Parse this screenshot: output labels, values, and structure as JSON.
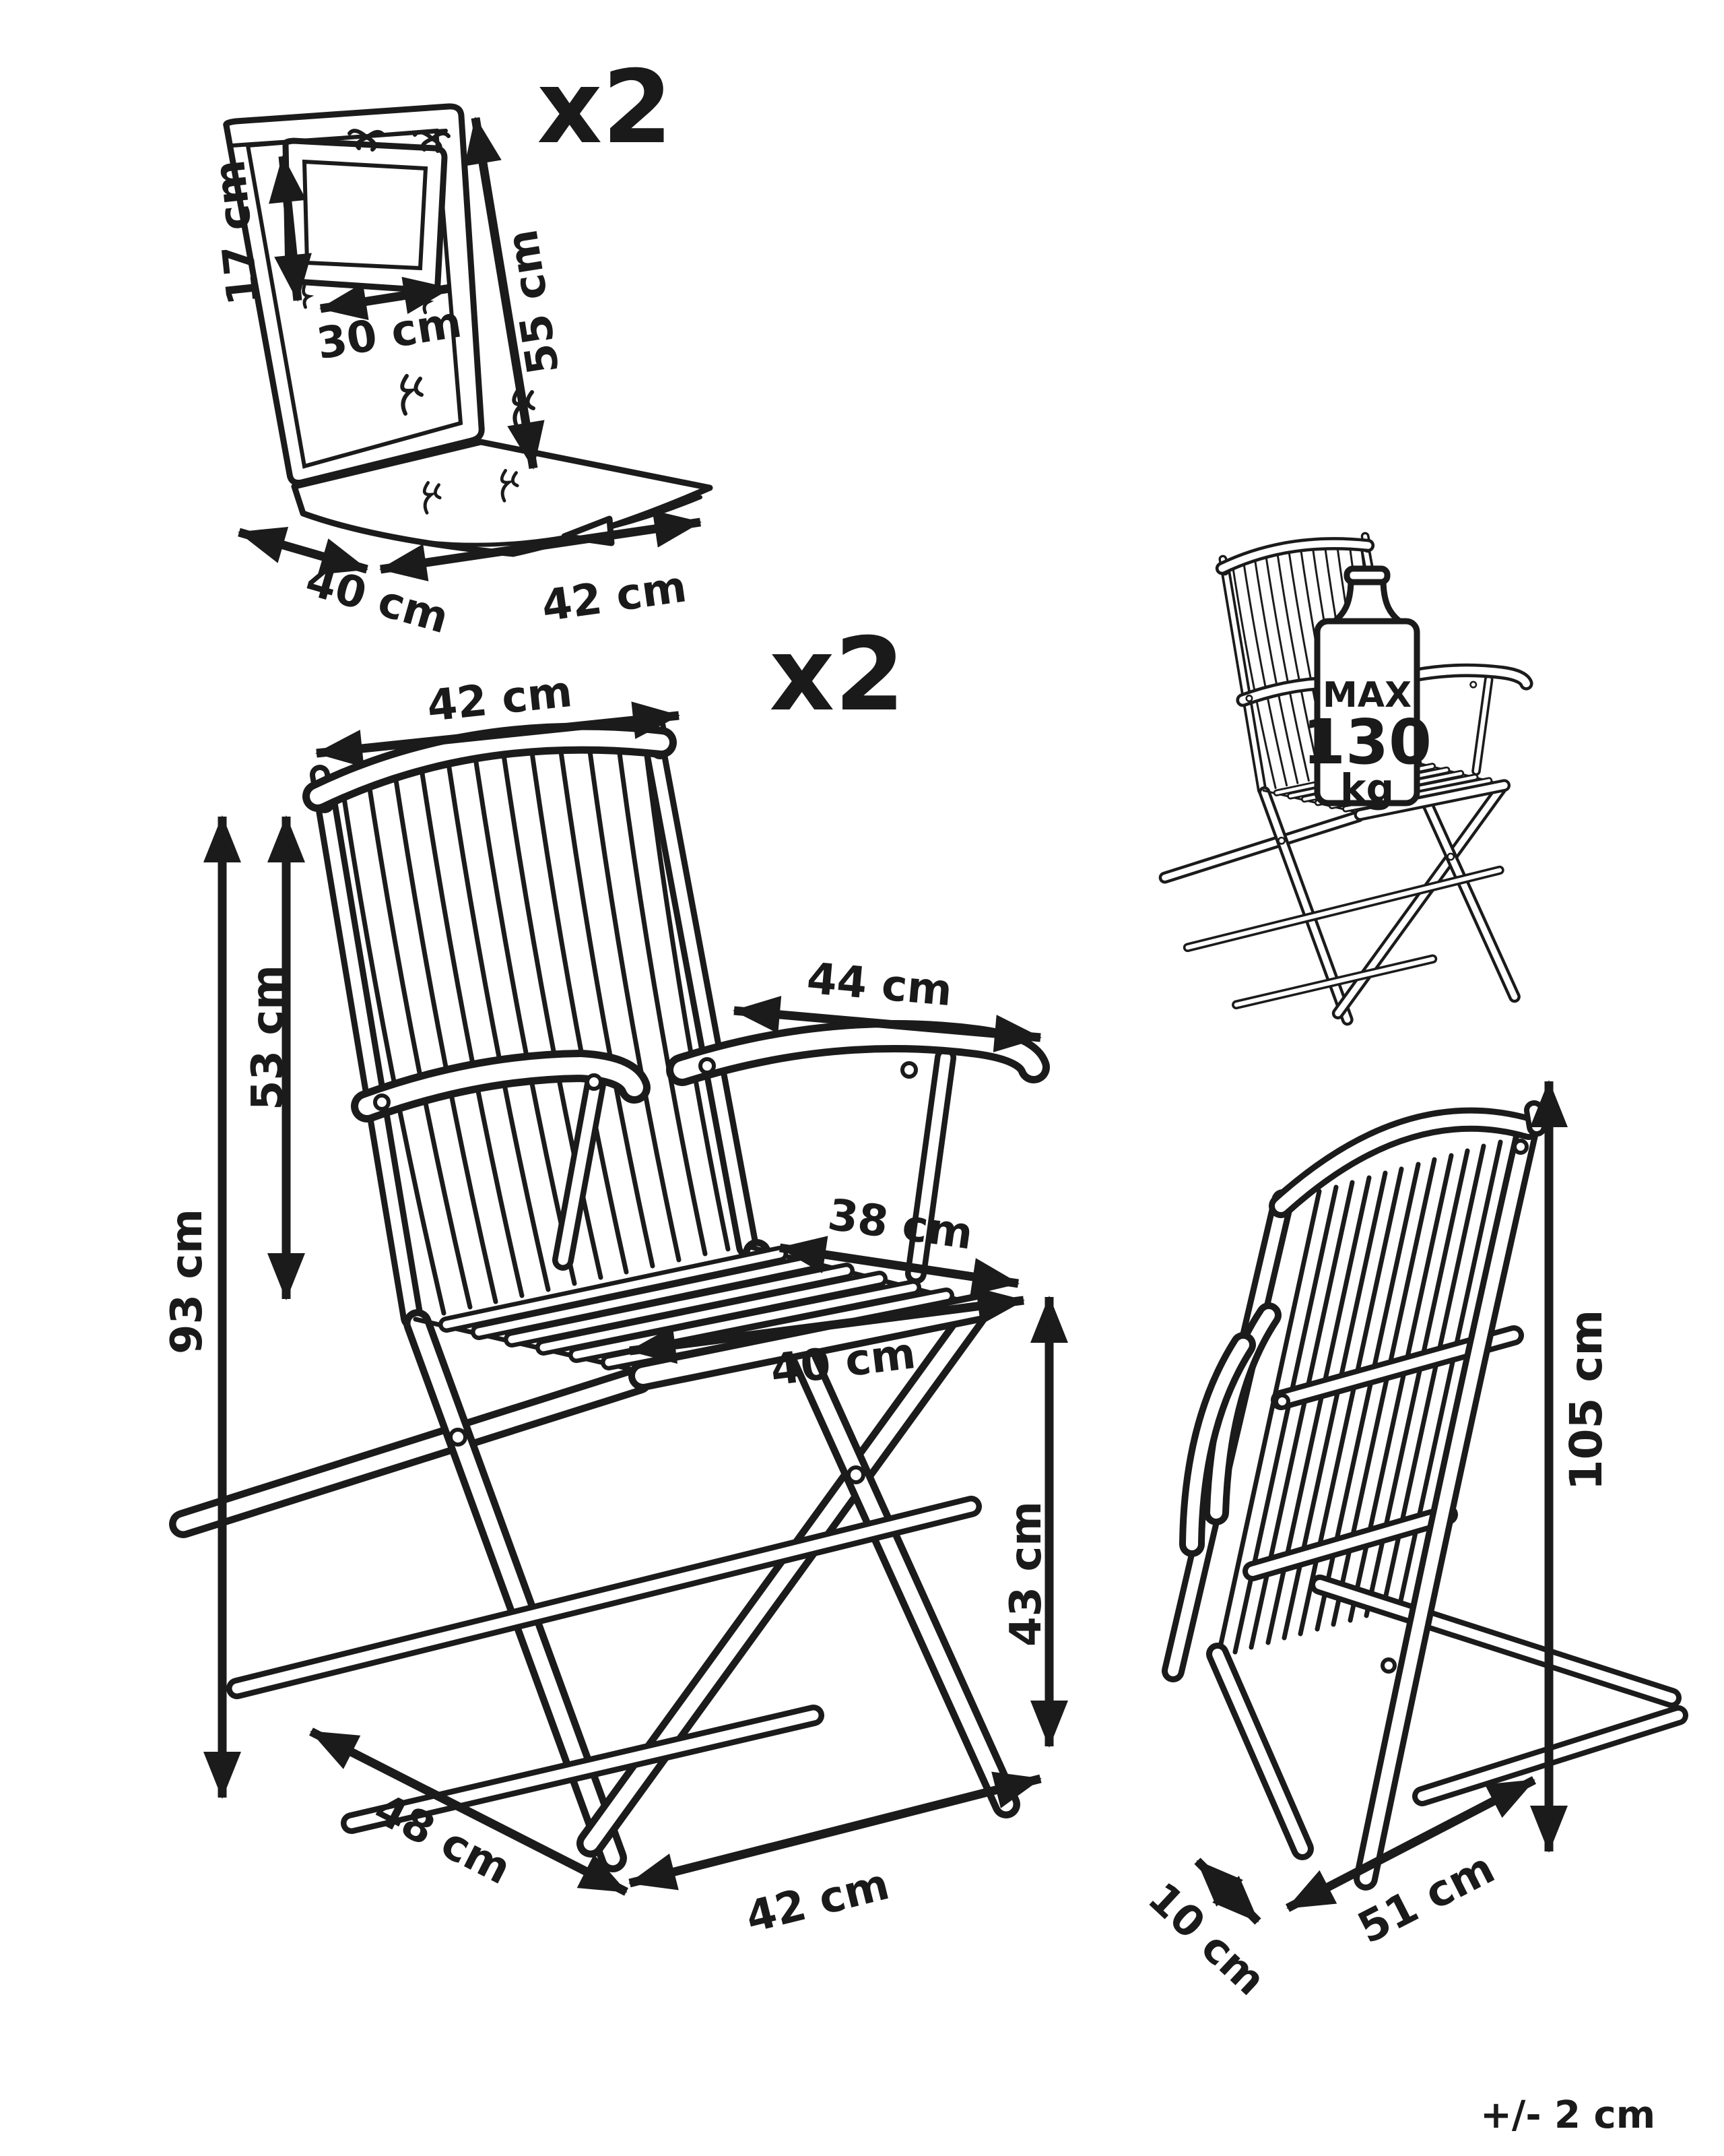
{
  "page": {
    "background": "#ffffff",
    "line_color": "#1b1b1b",
    "tolerance_note": "+/- 2 cm"
  },
  "cushion": {
    "name": "seat-back cushion with headrest pillow",
    "quantity": "x2",
    "dims": {
      "pillow_height": "17 cm",
      "pillow_width": "30 cm",
      "back_length": "55 cm",
      "seat_depth": "40 cm",
      "seat_width": "42 cm"
    }
  },
  "chair": {
    "name": "folding garden armchair",
    "quantity": "x2",
    "dims": {
      "backrest_width": "42 cm",
      "backrest_height": "53 cm",
      "total_height": "93 cm",
      "armrest_depth": "44 cm",
      "seat_depth": "38 cm",
      "seat_width": "40 cm",
      "seat_height": "43 cm",
      "footprint_depth": "48 cm",
      "footprint_width": "42 cm"
    }
  },
  "load": {
    "max_label": "MAX",
    "max_value": "130",
    "max_unit": "kg"
  },
  "folded": {
    "name": "chair folded flat",
    "dims": {
      "height": "105 cm",
      "depth": "10 cm",
      "width": "51 cm"
    }
  }
}
